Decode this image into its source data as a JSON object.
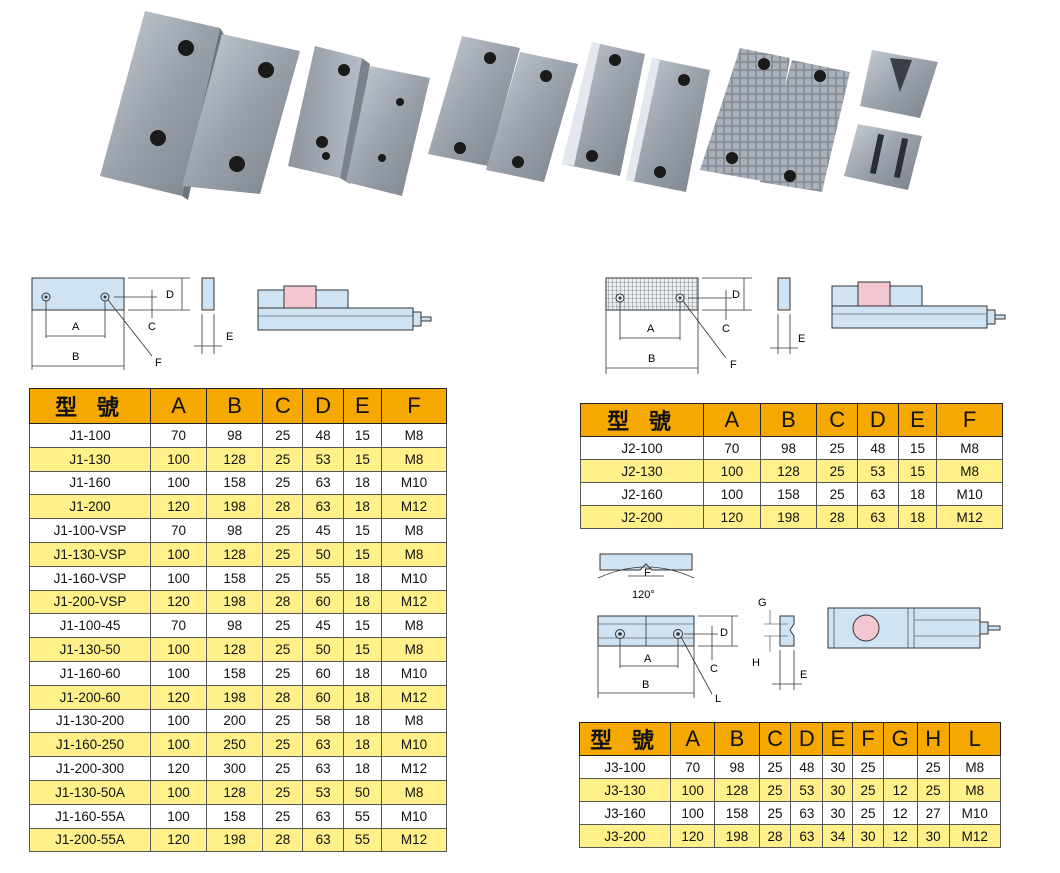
{
  "table1": {
    "headers": [
      "型 號",
      "A",
      "B",
      "C",
      "D",
      "E",
      "F"
    ],
    "rows": [
      [
        "J1-100",
        "70",
        "98",
        "25",
        "48",
        "15",
        "M8"
      ],
      [
        "J1-130",
        "100",
        "128",
        "25",
        "53",
        "15",
        "M8"
      ],
      [
        "J1-160",
        "100",
        "158",
        "25",
        "63",
        "18",
        "M10"
      ],
      [
        "J1-200",
        "120",
        "198",
        "28",
        "63",
        "18",
        "M12"
      ],
      [
        "J1-100-VSP",
        "70",
        "98",
        "25",
        "45",
        "15",
        "M8"
      ],
      [
        "J1-130-VSP",
        "100",
        "128",
        "25",
        "50",
        "15",
        "M8"
      ],
      [
        "J1-160-VSP",
        "100",
        "158",
        "25",
        "55",
        "18",
        "M10"
      ],
      [
        "J1-200-VSP",
        "120",
        "198",
        "28",
        "60",
        "18",
        "M12"
      ],
      [
        "J1-100-45",
        "70",
        "98",
        "25",
        "45",
        "15",
        "M8"
      ],
      [
        "J1-130-50",
        "100",
        "128",
        "25",
        "50",
        "15",
        "M8"
      ],
      [
        "J1-160-60",
        "100",
        "158",
        "25",
        "60",
        "18",
        "M10"
      ],
      [
        "J1-200-60",
        "120",
        "198",
        "28",
        "60",
        "18",
        "M12"
      ],
      [
        "J1-130-200",
        "100",
        "200",
        "25",
        "58",
        "18",
        "M8"
      ],
      [
        "J1-160-250",
        "100",
        "250",
        "25",
        "63",
        "18",
        "M10"
      ],
      [
        "J1-200-300",
        "120",
        "300",
        "25",
        "63",
        "18",
        "M12"
      ],
      [
        "J1-130-50A",
        "100",
        "128",
        "25",
        "53",
        "50",
        "M8"
      ],
      [
        "J1-160-55A",
        "100",
        "158",
        "25",
        "63",
        "55",
        "M10"
      ],
      [
        "J1-200-55A",
        "120",
        "198",
        "28",
        "63",
        "55",
        "M12"
      ]
    ]
  },
  "table2": {
    "headers": [
      "型 號",
      "A",
      "B",
      "C",
      "D",
      "E",
      "F"
    ],
    "rows": [
      [
        "J2-100",
        "70",
        "98",
        "25",
        "48",
        "15",
        "M8"
      ],
      [
        "J2-130",
        "100",
        "128",
        "25",
        "53",
        "15",
        "M8"
      ],
      [
        "J2-160",
        "100",
        "158",
        "25",
        "63",
        "18",
        "M10"
      ],
      [
        "J2-200",
        "120",
        "198",
        "28",
        "63",
        "18",
        "M12"
      ]
    ]
  },
  "table3": {
    "headers": [
      "型 號",
      "A",
      "B",
      "C",
      "D",
      "E",
      "F",
      "G",
      "H",
      "L"
    ],
    "rows": [
      [
        "J3-100",
        "70",
        "98",
        "25",
        "48",
        "30",
        "25",
        "",
        "25",
        "M8"
      ],
      [
        "J3-130",
        "100",
        "128",
        "25",
        "53",
        "30",
        "25",
        "12",
        "25",
        "M8"
      ],
      [
        "J3-160",
        "100",
        "158",
        "25",
        "63",
        "30",
        "25",
        "12",
        "27",
        "M10"
      ],
      [
        "J3-200",
        "120",
        "198",
        "28",
        "63",
        "34",
        "30",
        "12",
        "30",
        "M12"
      ]
    ]
  },
  "diagram1": {
    "labels": {
      "a": "A",
      "b": "B",
      "c": "C",
      "d": "D",
      "e": "E",
      "f": "F"
    }
  },
  "diagram2": {
    "labels": {
      "a": "A",
      "b": "B",
      "c": "C",
      "d": "D",
      "e": "E",
      "f": "F"
    }
  },
  "diagram3": {
    "labels": {
      "a": "A",
      "b": "B",
      "c": "C",
      "d": "D",
      "e": "E",
      "f": "F",
      "g": "G",
      "h": "H",
      "l": "L",
      "angle": "120°"
    }
  },
  "colors": {
    "header": "#f5a800",
    "alt_row": "#fff08a",
    "part_blue": "#cfe3f3",
    "jaw_pink": "#f4c6cf"
  }
}
